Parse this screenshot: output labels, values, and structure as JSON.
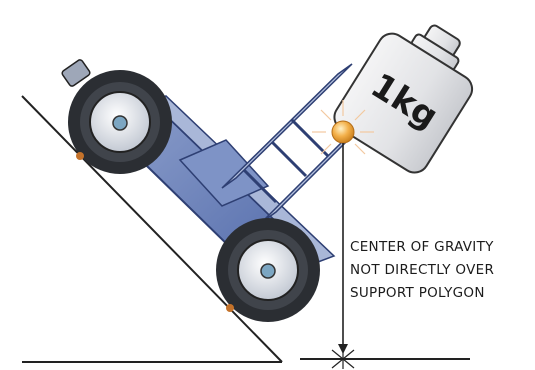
{
  "weight": {
    "label": "1kg"
  },
  "caption": {
    "lines": [
      "CENTER OF GRAVITY",
      "NOT DIRECTLY OVER",
      "SUPPORT POLYGON"
    ]
  },
  "icons": {
    "weight": "kettlebell-weight-icon",
    "center_of_gravity": "ball-marker-icon",
    "wheel": "wheel-icon"
  },
  "colors": {
    "frame_blue": "#5f78b8",
    "frame_light": "#a9b7d8",
    "weight_grey": "#e6e7ea",
    "tire_dark": "#2b2e33",
    "cog_orange": "#e8a035"
  }
}
